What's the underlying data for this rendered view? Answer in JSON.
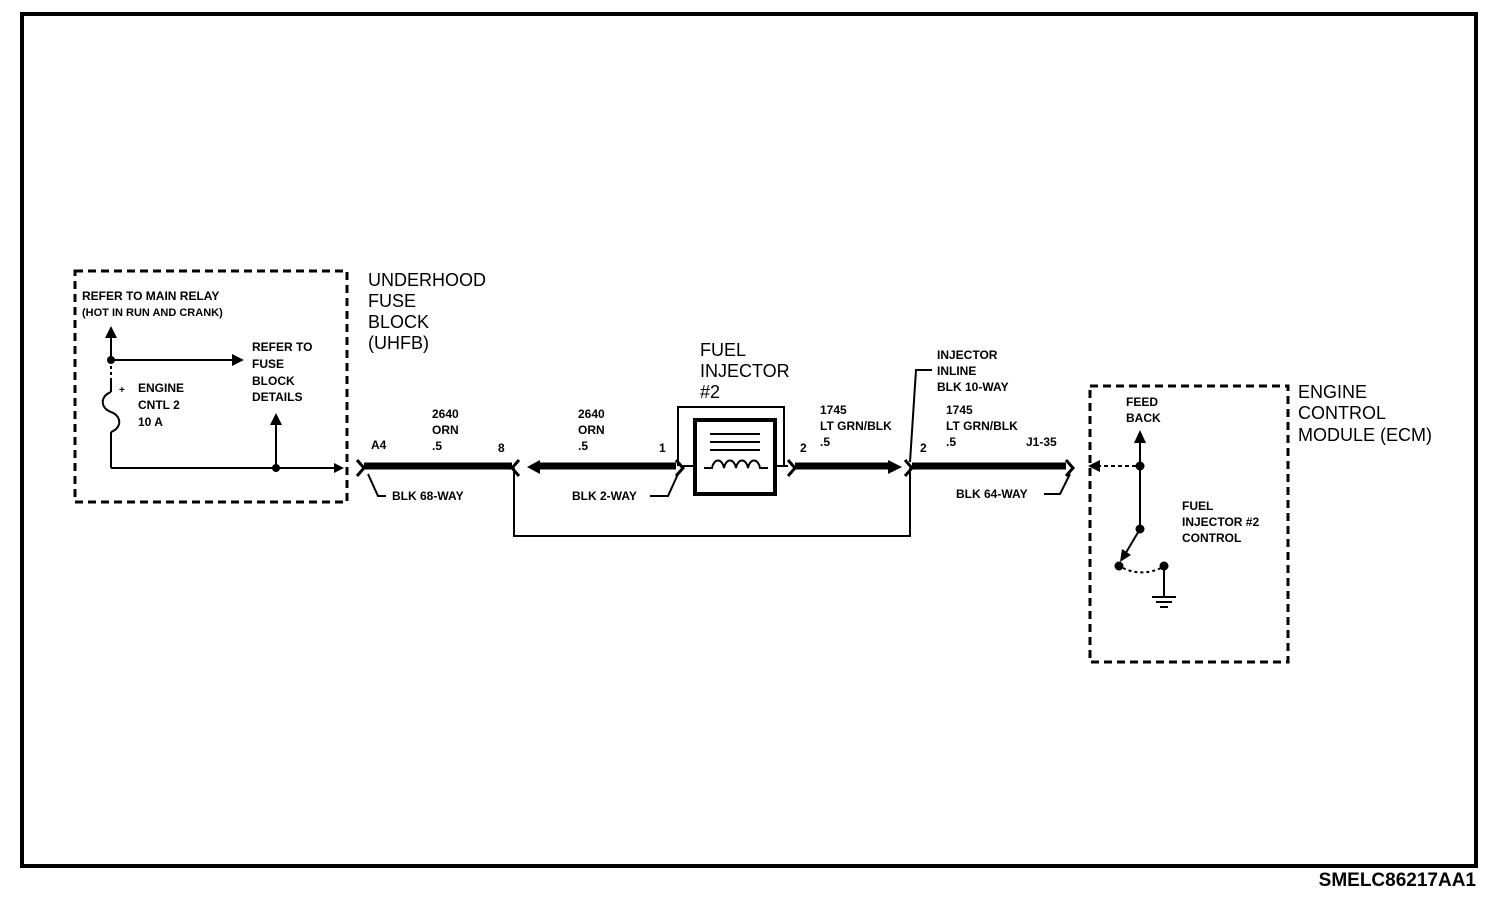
{
  "diagram": {
    "code": "SMELC86217AA1",
    "fuse_block": {
      "title": [
        "UNDERHOOD",
        "FUSE",
        "BLOCK",
        "(UHFB)"
      ],
      "main_relay_note": [
        "REFER TO MAIN RELAY",
        "(HOT IN RUN AND CRANK)"
      ],
      "fuse_details_note": [
        "REFER TO",
        "FUSE",
        "BLOCK",
        "DETAILS"
      ],
      "fuse_label": [
        "ENGINE",
        "CNTL 2",
        "10 A"
      ],
      "fuse_polarity": "+"
    },
    "injector": {
      "title": [
        "FUEL",
        "INJECTOR",
        "#2"
      ]
    },
    "inline_connector": [
      "INJECTOR",
      "INLINE",
      "BLK 10-WAY"
    ],
    "ecm": {
      "title": [
        "ENGINE",
        "CONTROL",
        "MODULE (ECM)"
      ],
      "feedback_label": [
        "FEED",
        "BACK"
      ],
      "control_label": [
        "FUEL",
        "INJECTOR #2",
        "CONTROL"
      ]
    },
    "wire_segments": [
      {
        "circuit": "2640",
        "color": "ORN",
        "gauge": ".5"
      },
      {
        "circuit": "2640",
        "color": "ORN",
        "gauge": ".5"
      },
      {
        "circuit": "1745",
        "color": "LT GRN/BLK",
        "gauge": ".5"
      },
      {
        "circuit": "1745",
        "color": "LT GRN/BLK",
        "gauge": ".5"
      }
    ],
    "pins": {
      "uhfb_pin": "A4",
      "pin_8": "8",
      "inj_pin_1": "1",
      "inj_pin_2": "2",
      "inline_pin_2": "2",
      "ecm_pin": "J1-35"
    },
    "connectors": {
      "uhfb": "BLK 68-WAY",
      "injector": "BLK 2-WAY",
      "ecm": "BLK 64-WAY"
    }
  }
}
